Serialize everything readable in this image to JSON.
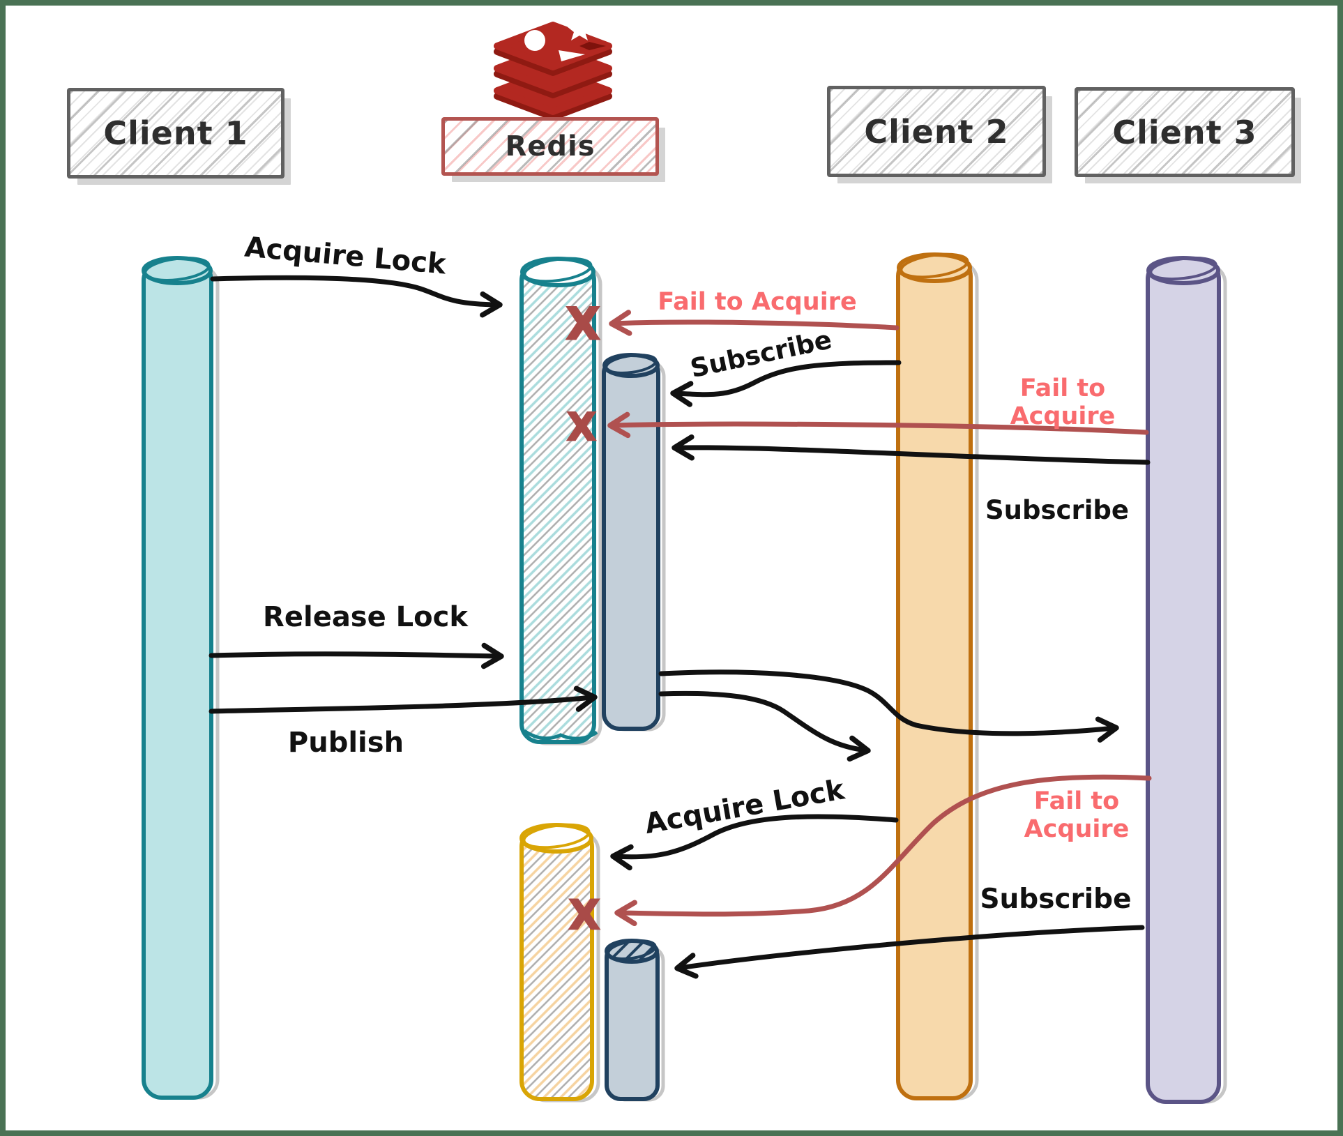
{
  "header": {
    "actors": [
      {
        "id": "client1",
        "label": "Client 1"
      },
      {
        "id": "redis",
        "label": "Redis"
      },
      {
        "id": "client2",
        "label": "Client 2"
      },
      {
        "id": "client3",
        "label": "Client 3"
      }
    ]
  },
  "messages": {
    "acquire_lock_1": {
      "label": "Acquire Lock",
      "from": "Client 1",
      "to": "Redis",
      "status": "ok"
    },
    "fail_to_acquire_1": {
      "label": "Fail to Acquire",
      "from": "Client 2",
      "to": "Redis",
      "status": "fail"
    },
    "subscribe_1": {
      "label": "Subscribe",
      "from": "Client 2",
      "to": "Redis",
      "status": "ok"
    },
    "fail_to_acquire_2": {
      "label_line1": "Fail to",
      "label_line2": "Acquire",
      "from": "Client 3",
      "to": "Redis",
      "status": "fail"
    },
    "subscribe_2": {
      "label": "Subscribe",
      "from": "Client 3",
      "to": "Redis",
      "status": "ok"
    },
    "release_lock": {
      "label": "Release Lock",
      "from": "Client 1",
      "to": "Redis",
      "status": "ok"
    },
    "publish": {
      "label": "Publish",
      "from": "Client 1",
      "to": "Redis",
      "status": "ok"
    },
    "acquire_lock_2": {
      "label": "Acquire Lock",
      "from": "Client 2",
      "to": "Redis",
      "status": "ok"
    },
    "fail_to_acquire_3": {
      "label_line1": "Fail to",
      "label_line2": "Acquire",
      "from": "Client 3",
      "to": "Redis",
      "status": "fail"
    },
    "subscribe_3": {
      "label": "Subscribe",
      "from": "Client 3",
      "to": "Redis",
      "status": "ok"
    }
  },
  "fail_marker": "X",
  "colors": {
    "frame_green": "#4a7254",
    "client_box_border": "#616161",
    "redis_box_border": "#b35450",
    "client1_lifeline_stroke": "#17818d",
    "client1_lifeline_fill": "#bce4e6",
    "client2_lifeline_stroke": "#bf7010",
    "client2_lifeline_fill": "#f7d9ab",
    "client3_lifeline_stroke": "#5b5486",
    "client3_lifeline_fill": "#d5d3e6",
    "lock_cylinder_teal": "#17818d",
    "retry_lock_yellow": "#d9a505",
    "queue_cylinder_navy": "#20415f",
    "queue_cylinder_fill": "#c3cfd9",
    "message_arrow_black": "#111111",
    "fail_arrow_red": "#b05150",
    "fail_text_red": "#f96b6e",
    "redis_logo_red": "#b32821"
  }
}
